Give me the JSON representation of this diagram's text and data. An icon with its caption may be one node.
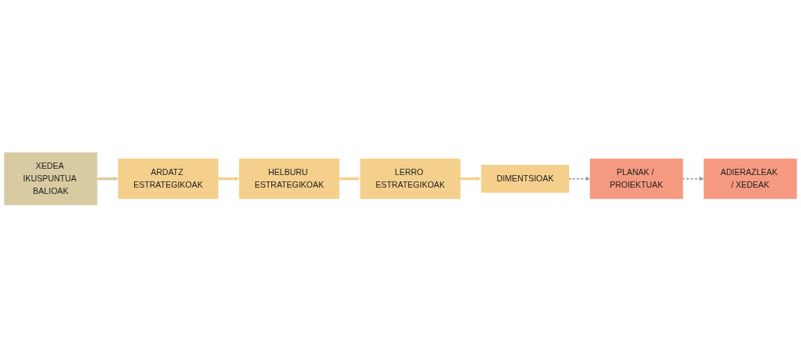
{
  "diagram": {
    "nodes": [
      {
        "text": [
          "XEDEA IKUSPUNTUA BALIOAK"
        ]
      },
      {
        "text": [
          "ARDATZ ESTRATEGIKOAK"
        ]
      },
      {
        "text": [
          "HELBURU ESTRATEGIKOAK"
        ]
      },
      {
        "text": [
          "LERRO ESTRATEGIKOAK"
        ]
      },
      {
        "text": [
          "DIMENTSIOAK"
        ]
      },
      {
        "text": [
          "PLANAK / PROIEKTUAK"
        ]
      },
      {
        "text": [
          "ADIERAZLEAK / XEDEAK"
        ]
      }
    ],
    "edges": [
      {
        "from": 0,
        "to": 1,
        "arrow": "to",
        "color": "#d8cba1"
      },
      {
        "from": 1,
        "to": 2,
        "arrow": "to"
      },
      {
        "from": 2,
        "to": 3,
        "arrow": "to"
      },
      {
        "from": 3,
        "to": 4,
        "arrow": "to"
      },
      {
        "from": 4,
        "to": 5,
        "arrow": "to",
        "style": "dashed",
        "color": "#a0a0a0"
      },
      {
        "from": 5,
        "to": 6,
        "arrow": "to",
        "style": "dashed",
        "color": "#a0a0a0"
      }
    ]
  }
}
